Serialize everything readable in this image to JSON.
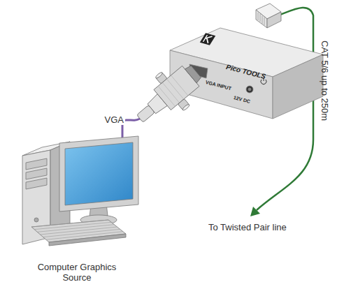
{
  "diagram": {
    "nodes": [
      {
        "text": [
          "Computer Graphics Source"
        ]
      },
      {
        "text": [
          "Pico TOOLS",
          "VGA INPUT",
          "12V DC"
        ]
      }
    ],
    "edges": [
      {
        "from": 0,
        "to": 1,
        "arrow": "none",
        "label": "VGA"
      }
    ],
    "labels": [
      "CAT 5/6 up to 250m",
      "To Twisted Pair line"
    ]
  }
}
